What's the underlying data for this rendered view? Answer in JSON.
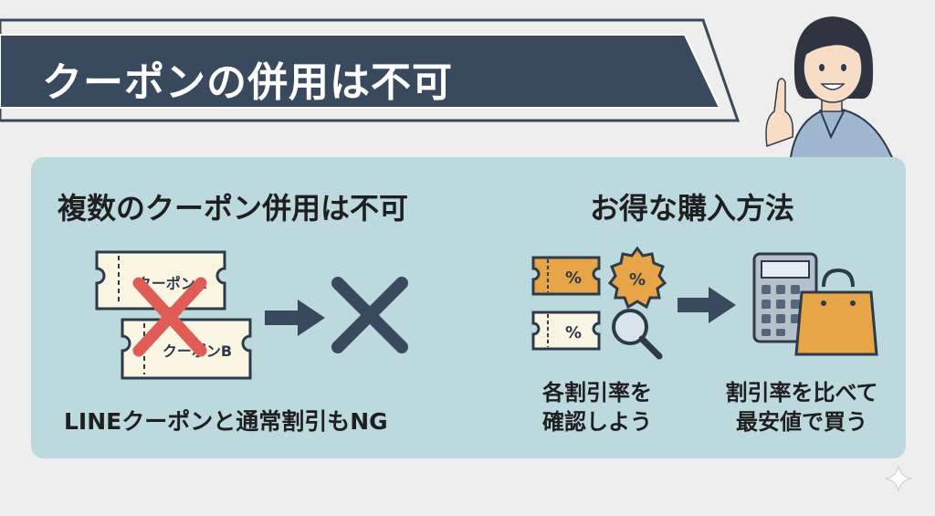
{
  "banner": {
    "title": "クーポンの併用は不可"
  },
  "left": {
    "heading": "複数のクーポン併用は不可",
    "coupon_a": "クーポンA",
    "coupon_b": "クーポンB",
    "caption": "LINEクーポンと通常割引もNG"
  },
  "right": {
    "heading": "お得な購入方法",
    "percent_symbol": "%",
    "caption1_line1": "各割引率を",
    "caption1_line2": "確認しよう",
    "caption2_line1": "割引率を比べて",
    "caption2_line2": "最安値で買う"
  },
  "colors": {
    "navy": "#3a4a5e",
    "panel": "#bcd9dd",
    "cross_red": "#e05c57",
    "coupon_orange": "#e8a547",
    "bag_orange": "#e8a547"
  },
  "icons": [
    "coupon-ticket-icon",
    "red-cross-icon",
    "arrow-right-icon",
    "x-mark-icon",
    "percent-badge-icon",
    "magnifier-icon",
    "calculator-icon",
    "shopping-bag-icon",
    "sparkle-icon"
  ]
}
